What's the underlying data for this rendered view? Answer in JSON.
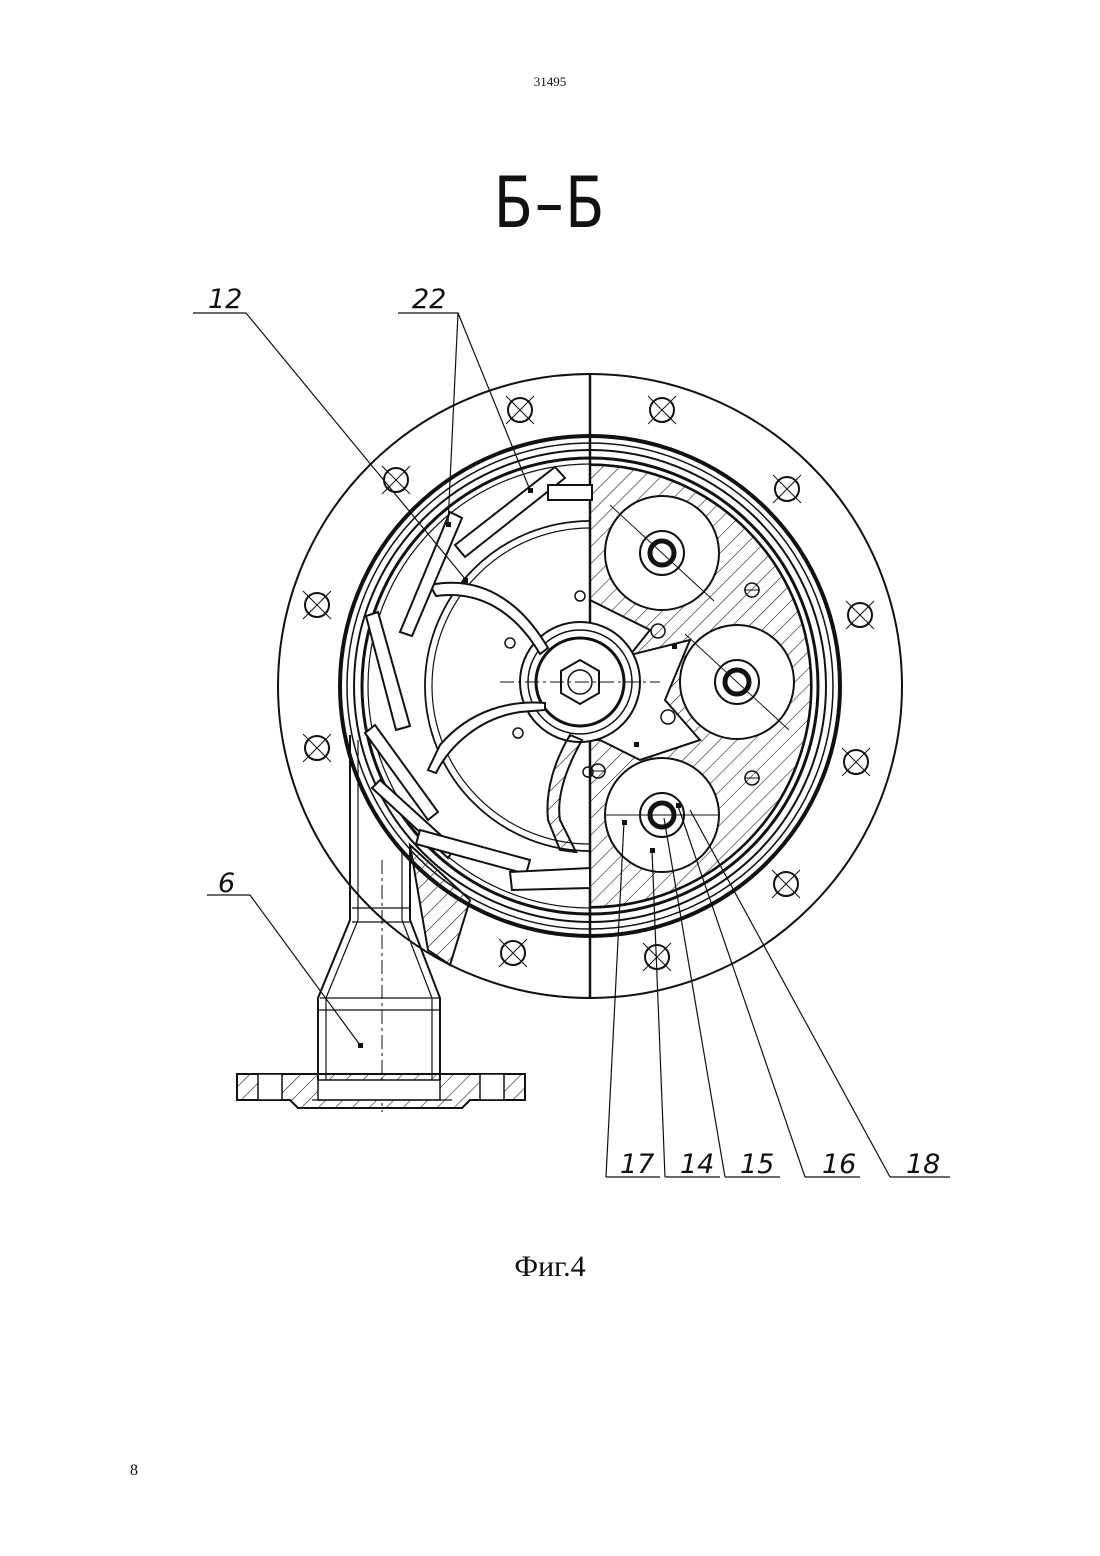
{
  "header": {
    "doc_number": "31495"
  },
  "section_label": "Б–Б",
  "callouts": {
    "c12": "12",
    "c22": "22",
    "c6": "6",
    "c17": "17",
    "c14": "14",
    "c15": "15",
    "c16": "16",
    "c18": "18"
  },
  "figure_caption": "Фиг.4",
  "page_number": "8",
  "colors": {
    "ink": "#111111",
    "paper": "#ffffff"
  }
}
